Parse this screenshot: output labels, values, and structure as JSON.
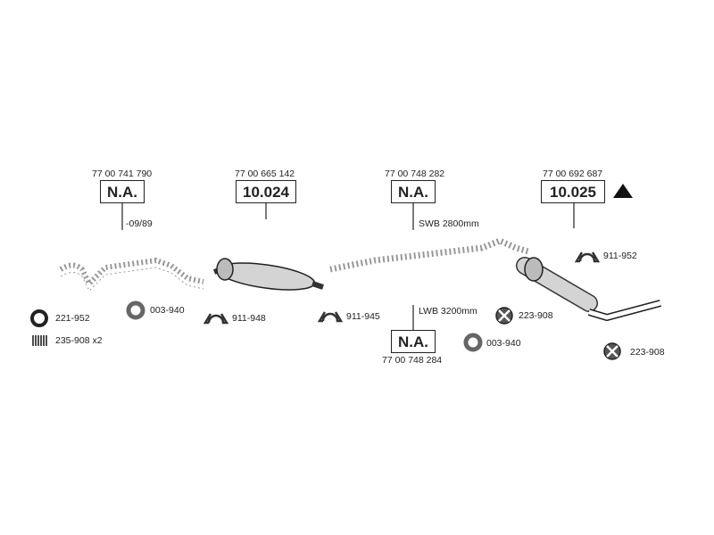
{
  "callouts": [
    {
      "part_number": "77 00 741 790",
      "code": "N.A.",
      "note": "-09/89"
    },
    {
      "part_number": "77 00 665 142",
      "code": "10.024",
      "note": ""
    },
    {
      "part_number": "77 00 748 282",
      "code": "N.A.",
      "note": "SWB 2800mm"
    },
    {
      "part_number": "77 00 692 687",
      "code": "10.025",
      "note": ""
    },
    {
      "part_number": "77 00 748 284",
      "code": "N.A.",
      "note": "LWB 3200mm"
    }
  ],
  "warning_icon": "triangle-warning-icon",
  "parts": [
    {
      "code": "221-952",
      "icon": "ring-gasket-icon"
    },
    {
      "code": "235-908 x2",
      "icon": "spring-icon"
    },
    {
      "code": "003-940",
      "icon": "ring-icon"
    },
    {
      "code": "911-948",
      "icon": "clamp-icon"
    },
    {
      "code": "911-945",
      "icon": "clamp-icon"
    },
    {
      "code": "911-952",
      "icon": "clamp-icon"
    },
    {
      "code": "223-908",
      "icon": "rubber-mount-icon"
    },
    {
      "code": "003-940",
      "icon": "ring-icon"
    },
    {
      "code": "223-908",
      "icon": "rubber-mount-icon"
    }
  ],
  "colors": {
    "ink": "#222222",
    "part_fill": "#d9d9d9",
    "part_dark": "#888888"
  }
}
